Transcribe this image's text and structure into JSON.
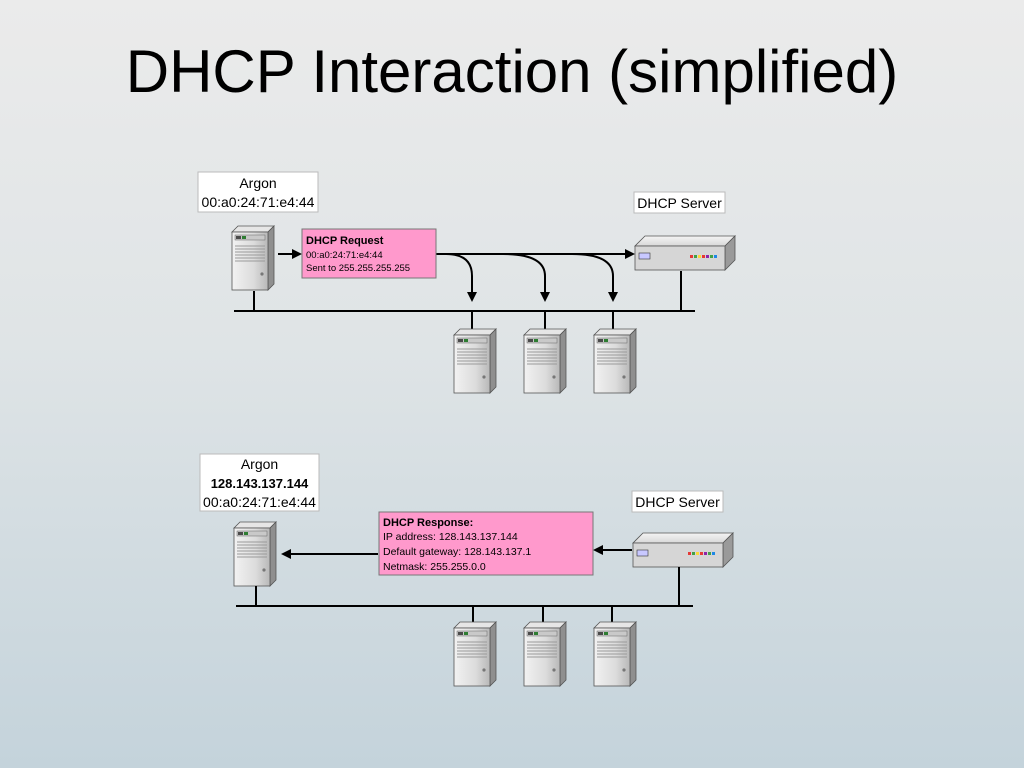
{
  "slide": {
    "title": "DHCP Interaction (simplified)"
  },
  "request_diagram": {
    "client_label": {
      "name": "Argon",
      "mac": "00:a0:24:71:e4:44"
    },
    "server_label": "DHCP Server",
    "message": {
      "title": "DHCP Request",
      "lines": [
        "00:a0:24:71:e4:44",
        "Sent to 255.255.255.255"
      ],
      "fill_color": "#ff99cc"
    }
  },
  "response_diagram": {
    "client_label": {
      "name": "Argon",
      "ip": "128.143.137.144",
      "mac": "00:a0:24:71:e4:44"
    },
    "server_label": "DHCP Server",
    "message": {
      "title": "DHCP  Response:",
      "lines": [
        "IP address: 128.143.137.144",
        "Default gateway: 128.143.137.1",
        "Netmask: 255.255.0.0"
      ],
      "fill_color": "#ff99cc"
    }
  },
  "icons": {
    "client": "computer-tower-icon",
    "server": "network-server-icon"
  }
}
